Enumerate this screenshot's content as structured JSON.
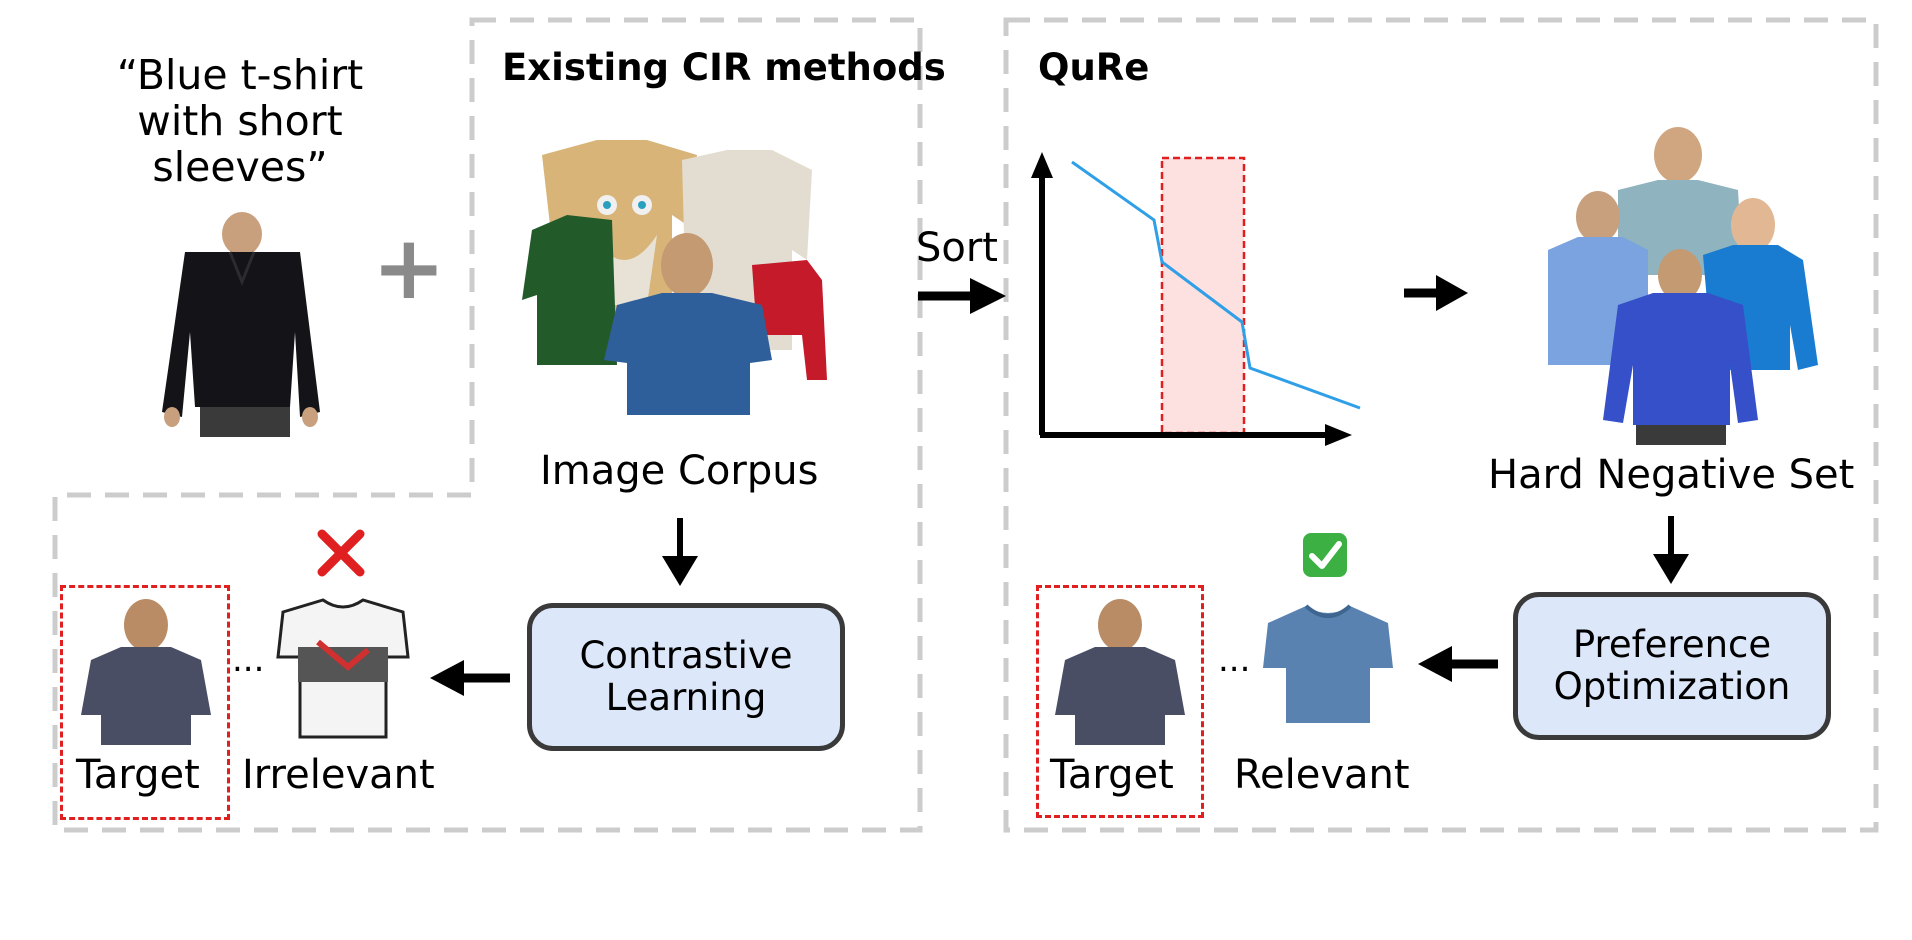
{
  "query_text": "“Blue t-shirt\nwith short\nsleeves”",
  "plus_symbol": "+",
  "existing": {
    "title": "Existing CIR methods",
    "corpus_label": "Image Corpus",
    "box_label": "Contrastive\nLearning",
    "target_label": "Target",
    "ellipsis": "...",
    "other_label": "Irrelevant",
    "mark_icon": "red-cross-icon"
  },
  "qure": {
    "title": "QuRe",
    "sort_label": "Sort",
    "set_label": "Hard Negative Set",
    "box_label": "Preference\nOptimization",
    "target_label": "Target",
    "ellipsis": "...",
    "other_label": "Relevant",
    "mark_icon": "green-check-icon"
  },
  "colors": {
    "dash_gray": "#cccccc",
    "target_red": "#e02020",
    "box_fill": "#dce8fa",
    "box_border": "#3a3a3a",
    "curve_blue": "#2f9fe8",
    "highlight_pink": "#fde0e0",
    "check_green": "#3cb043"
  }
}
